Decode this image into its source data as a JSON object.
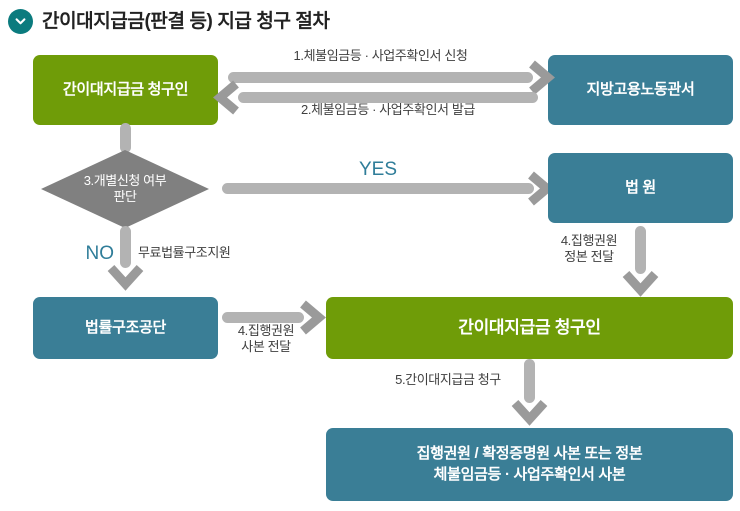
{
  "header": {
    "icon": "chevron-down-circle-icon",
    "title": "간이대지급금(판결 등) 지급 청구 절차",
    "icon_color": "#0b7b7e"
  },
  "colors": {
    "green": "#6f9c08",
    "teal": "#3a7e96",
    "gray_diamond": "#808080",
    "connector": "#b3b3b3",
    "connector_dark": "#9a9a9a",
    "accent_text": "#2f7d99"
  },
  "nodes": {
    "claimant_top": {
      "label": "간이대지급금 청구인",
      "color": "green"
    },
    "labor_office": {
      "label": "지방고용노동관서",
      "color": "teal"
    },
    "decision": {
      "line1": "3.개별신청 여부",
      "line2": "판단",
      "color": "gray"
    },
    "court": {
      "label": "법 원",
      "color": "teal"
    },
    "legal_aid": {
      "label": "법률구조공단",
      "color": "teal"
    },
    "claimant_mid": {
      "label": "간이대지급금 청구인",
      "color": "green"
    },
    "documents": {
      "line1": "집행권원 / 확정증명원 사본 또는 정본",
      "line2": "체불임금등 · 사업주확인서 사본",
      "color": "teal"
    }
  },
  "edges": {
    "step1": "1.체불임금등 · 사업주확인서 신청",
    "step2": "2.체불임금등 · 사업주확인서 발급",
    "yes": "YES",
    "no": "NO",
    "free_legal_aid": "무료법률구조지원",
    "step4_court_line1": "4.집행권원",
    "step4_court_line2": "정본 전달",
    "step4_aid_line1": "4.집행권원",
    "step4_aid_line2": "사본 전달",
    "step5": "5.간이대지급금 청구"
  }
}
